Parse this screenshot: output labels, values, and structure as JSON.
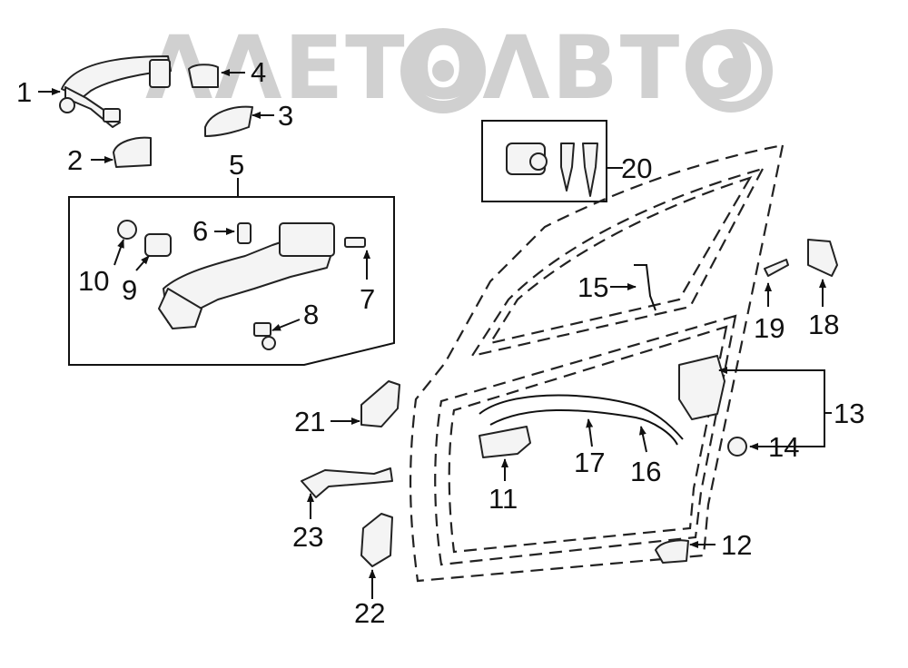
{
  "watermark": "ΛΛΕΤΟΛΒΤΟ",
  "labels": {
    "l1": "1",
    "l2": "2",
    "l3": "3",
    "l4": "4",
    "l5": "5",
    "l6": "6",
    "l7": "7",
    "l8": "8",
    "l9": "9",
    "l10": "10",
    "l11": "11",
    "l12": "12",
    "l13": "13",
    "l14": "14",
    "l15": "15",
    "l16": "16",
    "l17": "17",
    "l18": "18",
    "l19": "19",
    "l20": "20",
    "l21": "21",
    "l22": "22",
    "l23": "23"
  },
  "colors": {
    "line": "#111111",
    "watermark": "#d0d0d0",
    "part_fill": "#f4f4f4"
  }
}
